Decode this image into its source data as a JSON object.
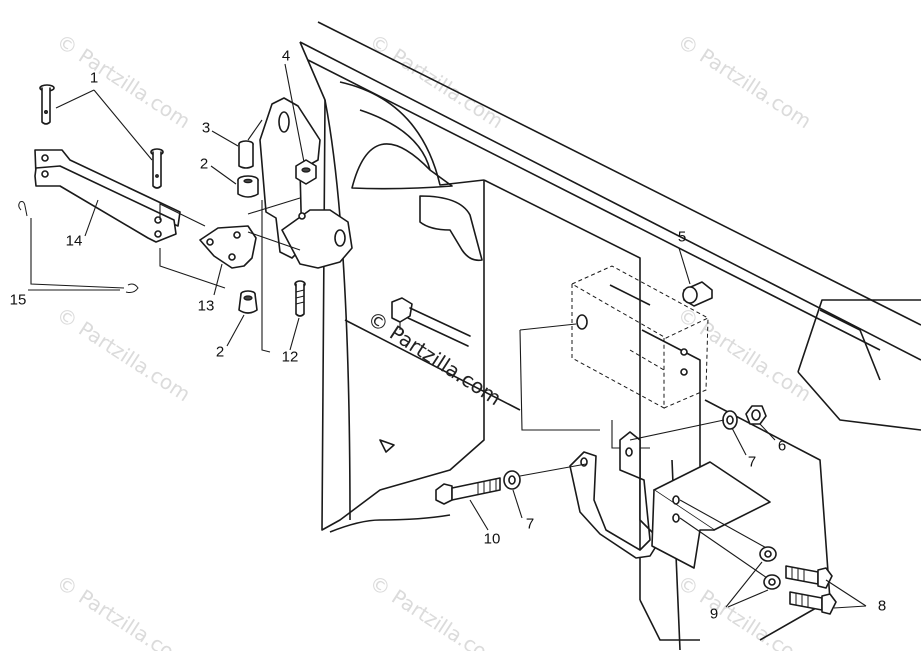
{
  "watermark": {
    "text": "© Partzilla.com"
  },
  "callouts": [
    {
      "id": "c1",
      "label": "1"
    },
    {
      "id": "c2a",
      "label": "2"
    },
    {
      "id": "c2b",
      "label": "2"
    },
    {
      "id": "c3",
      "label": "3"
    },
    {
      "id": "c4",
      "label": "4"
    },
    {
      "id": "c5",
      "label": "5"
    },
    {
      "id": "c6",
      "label": "6"
    },
    {
      "id": "c7a",
      "label": "7"
    },
    {
      "id": "c7b",
      "label": "7"
    },
    {
      "id": "c8",
      "label": "8"
    },
    {
      "id": "c9",
      "label": "9"
    },
    {
      "id": "c10",
      "label": "10"
    },
    {
      "id": "c12",
      "label": "12"
    },
    {
      "id": "c13",
      "label": "13"
    },
    {
      "id": "c14",
      "label": "14"
    },
    {
      "id": "c15",
      "label": "15"
    }
  ]
}
